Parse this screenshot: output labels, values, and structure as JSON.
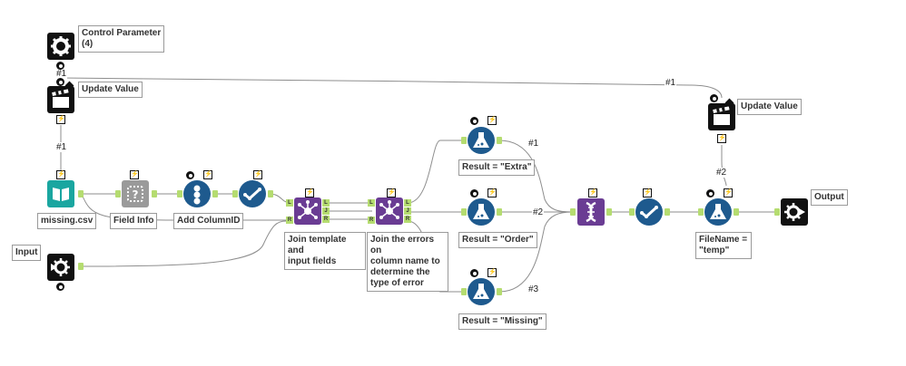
{
  "canvas": {
    "colors": {
      "wire": "#8e8e8e",
      "anchor": "#b5dc70",
      "blue_tool": "#1e5a8e",
      "teal_tool": "#1aa6a0",
      "purple_tool": "#6a3c93",
      "black_tool": "#111111",
      "gray_tool": "#8a8a8a"
    },
    "tools": [
      {
        "id": "control-parameter",
        "label": "Control Parameter\n(4)",
        "icon": "gear-icon"
      },
      {
        "id": "update-value-1",
        "label": "Update Value",
        "icon": "clapperboard-icon"
      },
      {
        "id": "update-value-2",
        "label": "Update Value",
        "icon": "clapperboard-icon"
      },
      {
        "id": "input",
        "label": "Input",
        "icon": "macro-input-icon"
      },
      {
        "id": "missing-csv",
        "label": "missing.csv",
        "icon": "book-icon"
      },
      {
        "id": "field-info",
        "label": "Field Info",
        "icon": "field-info-icon"
      },
      {
        "id": "add-columnid",
        "label": "Add ColumnID",
        "icon": "record-id-icon"
      },
      {
        "id": "select-1",
        "label": "",
        "icon": "checkmark-icon"
      },
      {
        "id": "join-1",
        "label": "Join template and\ninput fields",
        "icon": "join-icon"
      },
      {
        "id": "join-2",
        "label": "Join the errors on\ncolumn name to\ndetermine the\ntype of error",
        "icon": "join-icon"
      },
      {
        "id": "formula-extra",
        "label": "Result = \"Extra\"",
        "icon": "flask-icon"
      },
      {
        "id": "formula-order",
        "label": "Result = \"Order\"",
        "icon": "flask-icon"
      },
      {
        "id": "formula-missing",
        "label": "Result = \"Missing\"",
        "icon": "flask-icon"
      },
      {
        "id": "union",
        "label": "",
        "icon": "union-icon"
      },
      {
        "id": "select-2",
        "label": "",
        "icon": "checkmark-icon"
      },
      {
        "id": "formula-filename",
        "label": "FileName =\n\"temp\"",
        "icon": "flask-icon"
      },
      {
        "id": "output",
        "label": "Output",
        "icon": "macro-output-icon"
      }
    ],
    "wire_labels": {
      "cp_to_uv1": "#1",
      "cp_to_uv2": "#1",
      "uv1_to_csv": "#1",
      "extra_to_union": "#1",
      "order_to_union": "#2",
      "missing_to_union": "#3",
      "uv2_to_formula": "#2"
    },
    "anchor_letters": {
      "left": "L",
      "join": "J",
      "right": "R"
    }
  }
}
